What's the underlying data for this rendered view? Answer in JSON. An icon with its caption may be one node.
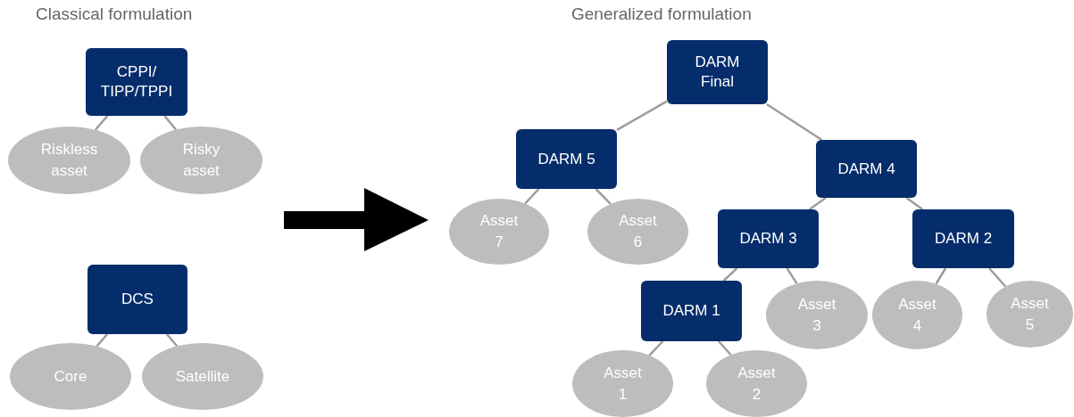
{
  "diagram": {
    "nodes": [
      {
        "text": [
          "CPPI/ TIPP/TPPI"
        ]
      },
      {
        "text": [
          "Riskless asset"
        ]
      },
      {
        "text": [
          "Risky asset"
        ]
      },
      {
        "text": [
          "DCS"
        ]
      },
      {
        "text": [
          "Core"
        ]
      },
      {
        "text": [
          "Satellite"
        ]
      },
      {
        "text": [
          "DARM Final"
        ]
      },
      {
        "text": [
          "DARM 5"
        ]
      },
      {
        "text": [
          "Asset 7"
        ]
      },
      {
        "text": [
          "Asset 6"
        ]
      },
      {
        "text": [
          "DARM 4"
        ]
      },
      {
        "text": [
          "DARM 3"
        ]
      },
      {
        "text": [
          "DARM 2"
        ]
      },
      {
        "text": [
          "DARM 1"
        ]
      },
      {
        "text": [
          "Asset 3"
        ]
      },
      {
        "text": [
          "Asset 4"
        ]
      },
      {
        "text": [
          "Asset 5"
        ]
      },
      {
        "text": [
          "Asset 1"
        ]
      },
      {
        "text": [
          "Asset 2"
        ]
      }
    ],
    "edges": [
      {
        "from": 0,
        "to": 1,
        "arrow": "none"
      },
      {
        "from": 0,
        "to": 2,
        "arrow": "none"
      },
      {
        "from": 3,
        "to": 4,
        "arrow": "none"
      },
      {
        "from": 3,
        "to": 5,
        "arrow": "none"
      },
      {
        "from": 6,
        "to": 7,
        "arrow": "none"
      },
      {
        "from": 6,
        "to": 10,
        "arrow": "none"
      },
      {
        "from": 7,
        "to": 8,
        "arrow": "none"
      },
      {
        "from": 7,
        "to": 9,
        "arrow": "none"
      },
      {
        "from": 10,
        "to": 11,
        "arrow": "none"
      },
      {
        "from": 10,
        "to": 12,
        "arrow": "none"
      },
      {
        "from": 11,
        "to": 13,
        "arrow": "none"
      },
      {
        "from": 11,
        "to": 14,
        "arrow": "none"
      },
      {
        "from": 12,
        "to": 15,
        "arrow": "none"
      },
      {
        "from": 12,
        "to": 16,
        "arrow": "none"
      },
      {
        "from": 13,
        "to": 17,
        "arrow": "none"
      },
      {
        "from": 13,
        "to": 18,
        "arrow": "none"
      }
    ],
    "labels": [
      "Classical formulation",
      "Generalized formulation"
    ]
  }
}
